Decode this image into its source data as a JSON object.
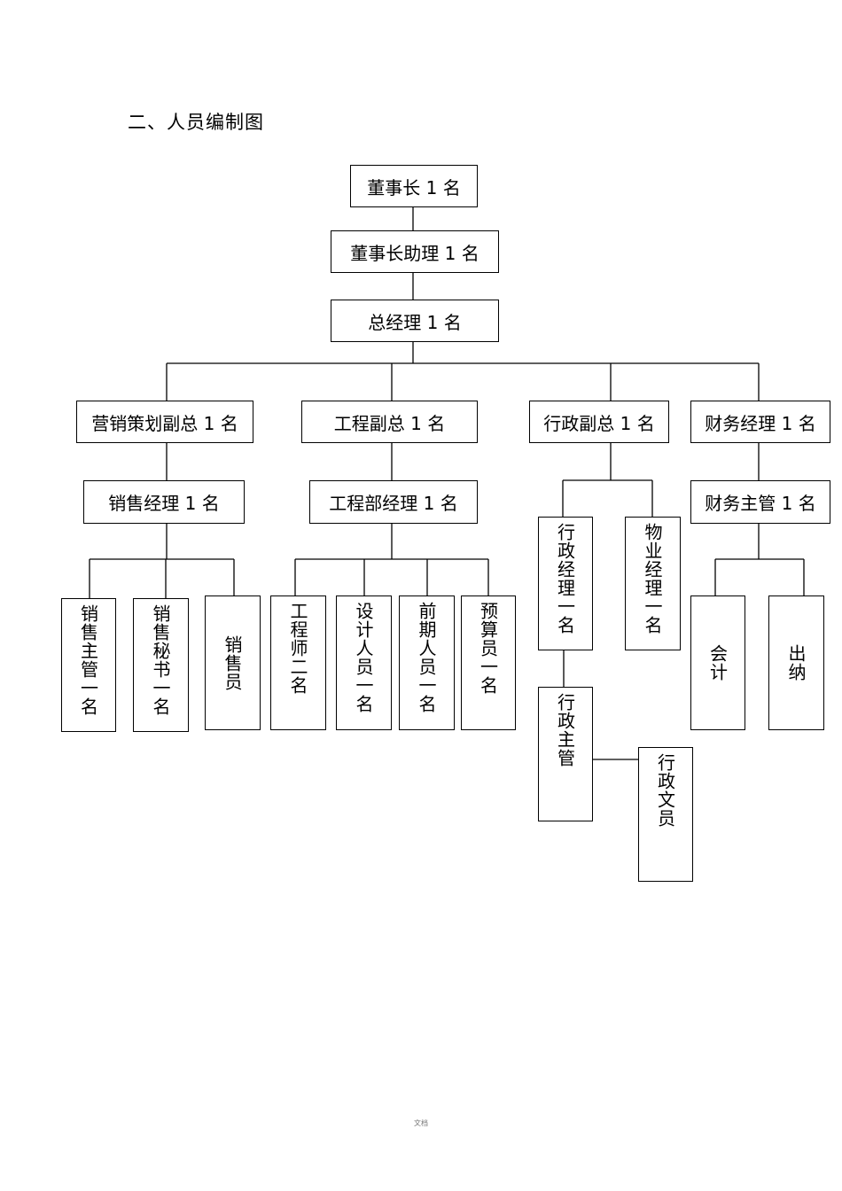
{
  "section_title": "二、人员编制图",
  "nodes": {
    "chairman": "董事长 1 名",
    "chairman_assistant": "董事长助理 1 名",
    "general_manager": "总经理 1 名",
    "vp_marketing": "营销策划副总 1 名",
    "vp_engineering": "工程副总 1 名",
    "vp_admin": "行政副总 1 名",
    "finance_manager": "财务经理 1 名",
    "sales_manager": "销售经理 1 名",
    "engineering_manager": "工程部经理 1 名",
    "finance_supervisor": "财务主管 1 名",
    "sales_supervisor": "销售主管一名",
    "sales_secretary": "销售秘书一名",
    "salesperson": "销售员",
    "engineer": "工程师二名",
    "designer": "设计人员一名",
    "preliminary_staff": "前期人员一名",
    "budget_staff": "预算员一名",
    "admin_manager": "行政经理一名",
    "property_manager": "物业经理一名",
    "admin_supervisor": "行政主管",
    "admin_clerk": "行政文员",
    "accountant": "会计",
    "cashier": "出纳"
  },
  "footer": "文档"
}
